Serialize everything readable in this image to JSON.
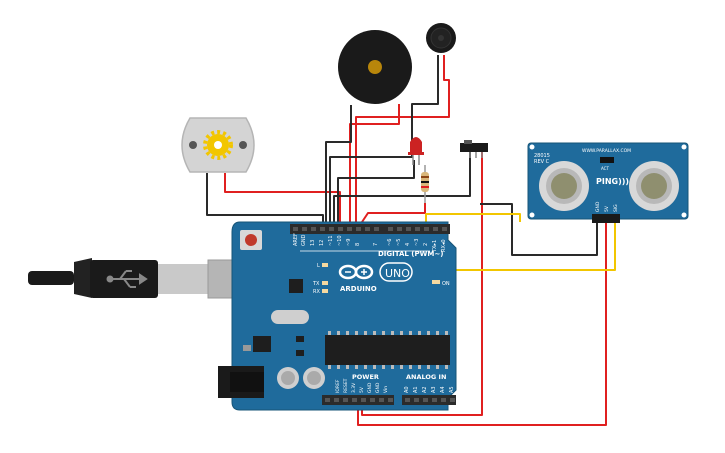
{
  "board": {
    "name": "UNO",
    "brand": "ARDUINO",
    "digital_label": "DIGITAL (PWM~)",
    "power_label": "POWER",
    "analog_label": "ANALOG IN",
    "tx_label": "TX▸1",
    "rx_label": "RX◂0",
    "on_label": "ON",
    "l_label": "L",
    "tx_led": "TX",
    "rx_led": "RX",
    "aref": "AREF",
    "gnd": "GND",
    "digital_pins": [
      "13",
      "12",
      "~11",
      "~10",
      "~9",
      "8",
      "7",
      "~6",
      "~5",
      "4",
      "~3",
      "2"
    ],
    "power_pins": [
      "IOREF",
      "RESET",
      "3.3V",
      "5V",
      "GND",
      "GND",
      "Vin"
    ],
    "analog_pins": [
      "A0",
      "A1",
      "A2",
      "A3",
      "A4",
      "A5"
    ],
    "colors": {
      "board": "#1f6b9c",
      "header": "#2b2b2b",
      "chip": "#1e1e1e"
    }
  },
  "sensor": {
    "model": "28015",
    "rev": "REV C",
    "site": "WWW.PARALLAX.COM",
    "name": "PING)))",
    "act": "ACT",
    "pins": [
      "GND",
      "5V",
      "SIG"
    ],
    "color": "#1f6b9c"
  },
  "wires": {
    "red": "#e02020",
    "black": "#2a2a2a",
    "yellow": "#f2c600"
  }
}
